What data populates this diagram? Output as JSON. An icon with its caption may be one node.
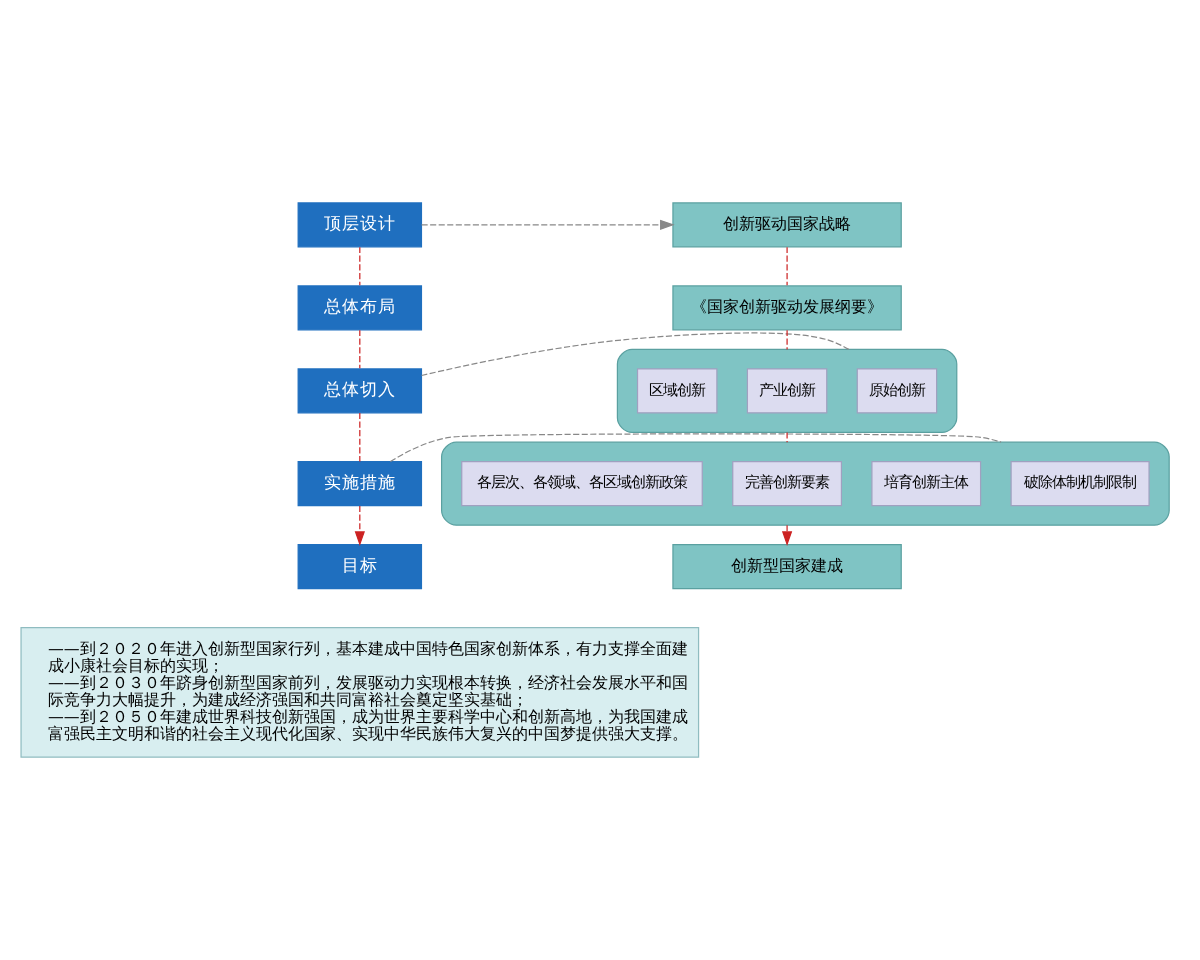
{
  "diagram": {
    "nodes": [
      {
        "text": [
          "顶层设计"
        ]
      },
      {
        "text": [
          "总体布局"
        ]
      },
      {
        "text": [
          "总体切入"
        ]
      },
      {
        "text": [
          "实施措施"
        ]
      },
      {
        "text": [
          "目标"
        ]
      },
      {
        "text": [
          "创新驱动国家战略"
        ]
      },
      {
        "text": [
          "《国家创新驱动发展纲要》"
        ]
      },
      {
        "text": [],
        "shape": "ellipse"
      },
      {
        "text": [
          "原始创新"
        ],
        "in": 7
      },
      {
        "text": [
          "产业创新"
        ],
        "in": 7
      },
      {
        "text": [
          "区域创新"
        ],
        "in": 7
      },
      {
        "text": [],
        "shape": "ellipse"
      },
      {
        "text": [
          "破除体制机制限制"
        ],
        "in": 11
      },
      {
        "text": [
          "培育创新主体"
        ],
        "in": 11
      },
      {
        "text": [
          "完善创新要素"
        ],
        "in": 11
      },
      {
        "text": [
          "各层次、各领域、各区域创新政策"
        ],
        "in": 11
      },
      {
        "text": [
          "创新型国家建成"
        ]
      },
      {
        "text": [
          "——到２０２０年进入创新型国家行列，基本建成中国特色国家创新体系，有力支撑全面建成小康社会目标的实现；",
          "——到２０３０年跻身创新型国家前列，发展驱动力实现根本转换，经济社会发展水平和国际竞争力大幅提升，为建成经济强国和共同富裕社会奠定坚实基础；",
          "——到２０５０年建成世界科技创新强国，成为世界主要科学中心和创新高地，为我国建成富强民主文明和谐的社会主义现代化国家、实现中华民族伟大复兴的中国梦提供强大支撑。"
        ]
      }
    ],
    "edges": [
      {
        "from": 0,
        "to": 5,
        "arrow": "to",
        "style": "dashed",
        "color": "#888888"
      },
      {
        "from": 0,
        "to": 1,
        "arrow": "none",
        "style": "dashed"
      },
      {
        "from": 1,
        "to": 2,
        "arrow": "none",
        "style": "dashed"
      },
      {
        "from": 2,
        "to": 3,
        "arrow": "none",
        "style": "dashed"
      },
      {
        "from": 3,
        "to": 4,
        "arrow": "to",
        "style": "dashed"
      },
      {
        "from": 2,
        "to": 7,
        "arrow": "none",
        "style": "dashed",
        "color": "#888888"
      },
      {
        "from": 3,
        "to": 11,
        "arrow": "none",
        "style": "dashed",
        "color": "#888888"
      },
      {
        "from": 5,
        "to": 6,
        "arrow": "none",
        "style": "dashed"
      },
      {
        "from": 6,
        "to": 7,
        "arrow": "none",
        "style": "dashed"
      },
      {
        "from": 7,
        "to": 11,
        "arrow": "none",
        "style": "dashed"
      },
      {
        "from": 11,
        "to": 16,
        "arrow": "to",
        "style": "dashed"
      }
    ]
  }
}
